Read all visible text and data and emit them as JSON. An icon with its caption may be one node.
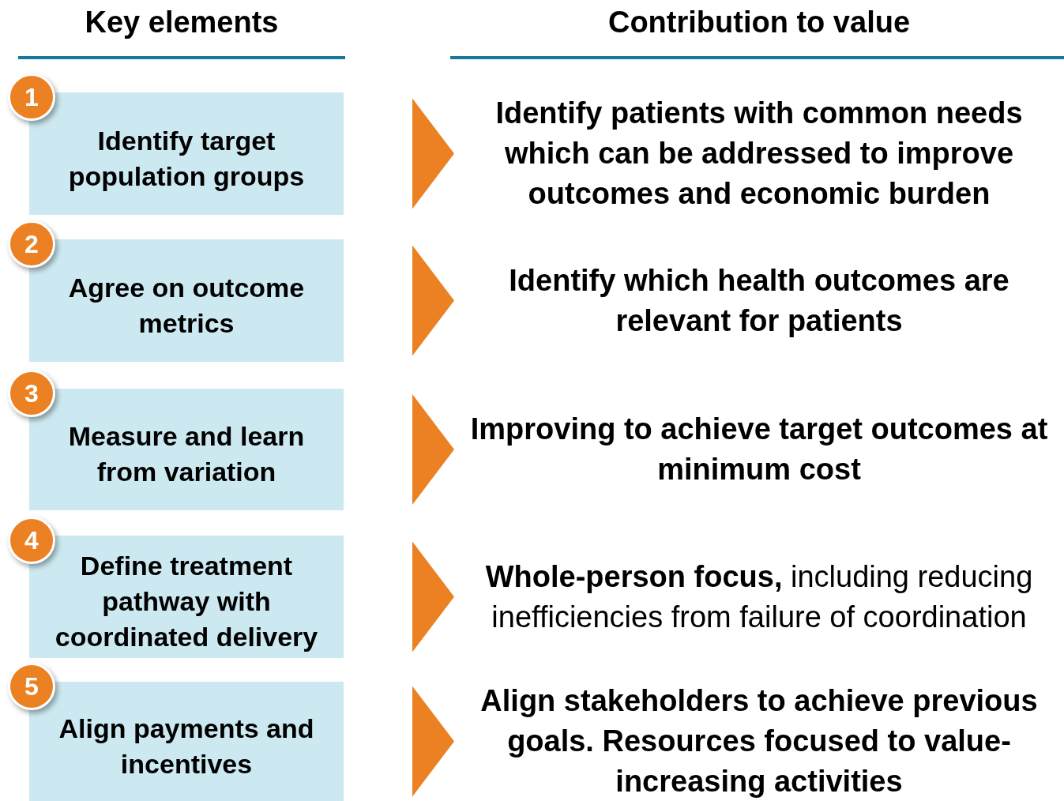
{
  "diagram": {
    "nodes": [
      {
        "text": [
          "1"
        ]
      },
      {
        "text": [
          "Identify target population groups"
        ]
      },
      {
        "text": [
          "Identify patients with common needs which can be addressed to improve outcomes and economic burden"
        ]
      },
      {
        "text": [
          "2"
        ]
      },
      {
        "text": [
          "Agree on outcome metrics"
        ]
      },
      {
        "text": [
          "Identify which health outcomes are relevant for patients"
        ]
      },
      {
        "text": [
          "3"
        ]
      },
      {
        "text": [
          "Measure and learn from variation"
        ]
      },
      {
        "text": [
          "Improving to achieve target outcomes at minimum cost"
        ]
      },
      {
        "text": [
          "4"
        ]
      },
      {
        "text": [
          "Define treatment pathway with coordinated delivery"
        ]
      },
      {
        "text": [
          "**Whole-person focus,** including reducing inefficiencies from failure of coordination"
        ]
      },
      {
        "text": [
          "5"
        ]
      },
      {
        "text": [
          "Align payments and incentives"
        ]
      },
      {
        "text": [
          "Align stakeholders to achieve previous goals. Resources focused to value-increasing activities"
        ]
      }
    ],
    "edges": [
      {
        "from": 1,
        "to": 2,
        "arrow": "to"
      },
      {
        "from": 4,
        "to": 5,
        "arrow": "to"
      },
      {
        "from": 7,
        "to": 8,
        "arrow": "to"
      },
      {
        "from": 10,
        "to": 11,
        "arrow": "to"
      },
      {
        "from": 13,
        "to": 14,
        "arrow": "to"
      }
    ],
    "labels": [
      "Key elements",
      "Contribution to value"
    ]
  }
}
